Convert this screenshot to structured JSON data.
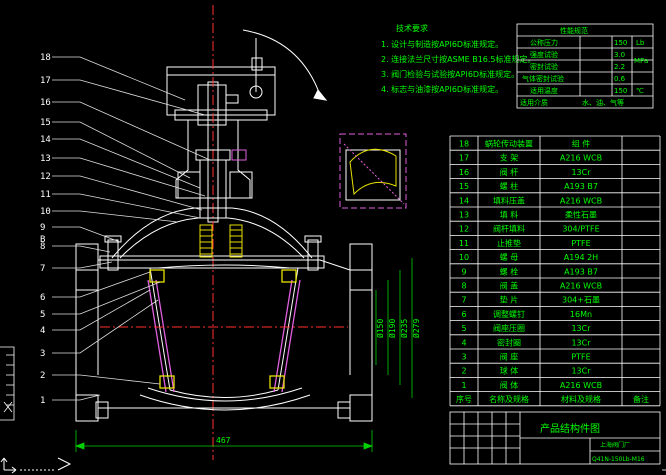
{
  "colors": {
    "background": "#000000",
    "valve": "#ffffff",
    "leader": "#e0e0e0",
    "packing": "#e8e000",
    "stem": "#ffff00",
    "ring": "#e060e0",
    "centerline": "#ff3030",
    "dim": "#00d000",
    "dim_text": "#00ff00",
    "table_line": "#ffffff",
    "table_text": "#00ff00",
    "notes_text": "#00ff00",
    "ucs": "#ffffff"
  },
  "notes": {
    "title": "技术要求",
    "lines": [
      "1. 设计与制造按API6D标准规定。",
      "2. 连接法兰尺寸按ASME B16.5标准规定。",
      "3. 阀门检验与试验按API6D标准规定。",
      "4. 标志与油漆按API6D标准规定。"
    ]
  },
  "spec_table": {
    "title": "性能规范",
    "rows": [
      {
        "label": "公称压力",
        "value": "150",
        "unit": "Lb"
      },
      {
        "label": "强度试验",
        "value": "3.0",
        "unit": "MPa"
      },
      {
        "label": "密封试验",
        "value": "2.2",
        "unit": "MPa"
      },
      {
        "label": "气体密封试验",
        "value": "0.6",
        "unit": ""
      },
      {
        "label": "适用温度",
        "value": "150",
        "unit": "℃"
      },
      {
        "label": "适用介质",
        "value": "水、油、气等",
        "unit": ""
      }
    ]
  },
  "parts_table": {
    "rows": [
      {
        "no": "18",
        "name": "蜗轮传动装置",
        "material": "组 件"
      },
      {
        "no": "17",
        "name": "支 架",
        "material": "A216 WCB"
      },
      {
        "no": "16",
        "name": "阀 杆",
        "material": "13Cr"
      },
      {
        "no": "15",
        "name": "螺 柱",
        "material": "A193 B7"
      },
      {
        "no": "14",
        "name": "填料压盖",
        "material": "A216 WCB"
      },
      {
        "no": "13",
        "name": "填 料",
        "material": "柔性石墨"
      },
      {
        "no": "12",
        "name": "阀杆填料",
        "material": "304/PTFE"
      },
      {
        "no": "11",
        "name": "止推垫",
        "material": "PTFE"
      },
      {
        "no": "10",
        "name": "螺 母",
        "material": "A194 2H"
      },
      {
        "no": "9",
        "name": "螺 栓",
        "material": "A193 B7"
      },
      {
        "no": "8",
        "name": "阀 盖",
        "material": "A216 WCB"
      },
      {
        "no": "7",
        "name": "垫 片",
        "material": "304+石墨"
      },
      {
        "no": "6",
        "name": "调整螺钉",
        "material": "16Mn"
      },
      {
        "no": "5",
        "name": "阀座压圈",
        "material": "13Cr"
      },
      {
        "no": "4",
        "name": "密封圈",
        "material": "13Cr"
      },
      {
        "no": "3",
        "name": "阀 座",
        "material": "PTFE"
      },
      {
        "no": "2",
        "name": "球 体",
        "material": "13Cr"
      },
      {
        "no": "1",
        "name": "阀 体",
        "material": "A216 WCB"
      }
    ],
    "header": {
      "no": "序号",
      "name": "名称及规格",
      "material": "材料及规格",
      "remark": "备注"
    }
  },
  "title_block": {
    "title": "产品结构件图",
    "code": "Q41N-150Lb-M16",
    "org": "上海阀门厂"
  },
  "labels_left": [
    "18",
    "17",
    "16",
    "15",
    "14",
    "13",
    "12",
    "11",
    "10",
    "9",
    "8",
    "7",
    "6",
    "5",
    "4",
    "3",
    "2",
    "1",
    "B",
    "B"
  ],
  "dims": {
    "overall_length": "467",
    "v1": "Ø150",
    "v2": "Ø190",
    "v3": "Ø235",
    "v4": "Ø279"
  }
}
